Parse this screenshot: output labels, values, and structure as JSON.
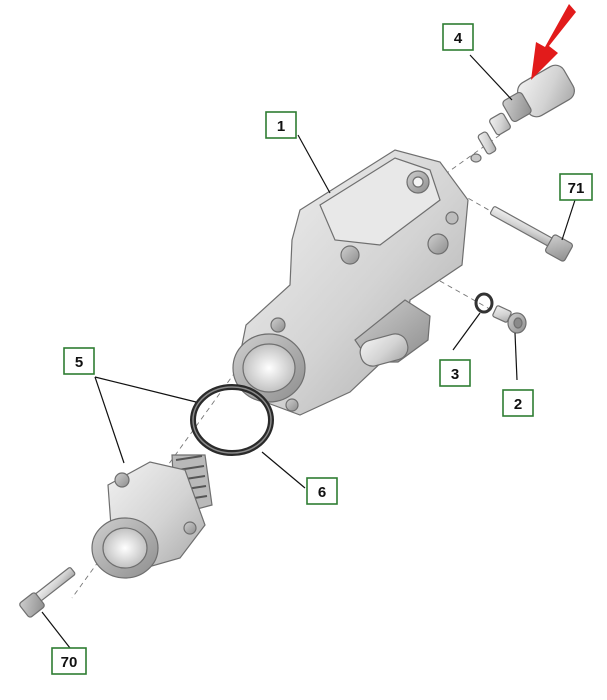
{
  "diagram": {
    "colors": {
      "callout_border": "#2e7d32",
      "indicator_arrow": "#e21b1b",
      "part_fill": "#d9d9d9",
      "part_shadow": "#9e9e9e"
    },
    "callouts": [
      {
        "id": "1",
        "label": "1"
      },
      {
        "id": "2",
        "label": "2"
      },
      {
        "id": "3",
        "label": "3"
      },
      {
        "id": "4",
        "label": "4"
      },
      {
        "id": "5",
        "label": "5"
      },
      {
        "id": "6",
        "label": "6"
      },
      {
        "id": "70",
        "label": "70"
      },
      {
        "id": "71",
        "label": "71"
      }
    ]
  }
}
